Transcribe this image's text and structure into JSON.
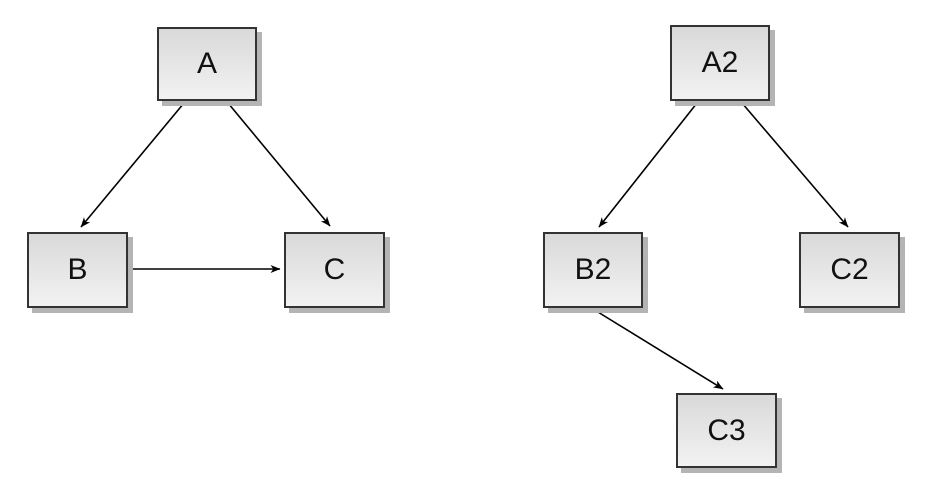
{
  "diagram": {
    "background_color": "#ffffff",
    "node_style": {
      "border_color": "#333333",
      "fill_gradient_top": "#d9d9d9",
      "fill_gradient_bottom": "#f2f2f2",
      "shadow_color": "#b4b4b4",
      "text_color": "#111111"
    },
    "edge_color": "#000000",
    "nodes": {
      "A": "A",
      "B": "B",
      "C": "C",
      "A2": "A2",
      "B2": "B2",
      "C2": "C2",
      "C3": "C3"
    },
    "left_graph": {
      "nodes": [
        "A",
        "B",
        "C"
      ],
      "edges": [
        {
          "from": "A",
          "to": "B"
        },
        {
          "from": "A",
          "to": "C"
        },
        {
          "from": "B",
          "to": "C"
        }
      ]
    },
    "right_graph": {
      "nodes": [
        "A2",
        "B2",
        "C2",
        "C3"
      ],
      "edges": [
        {
          "from": "A2",
          "to": "B2"
        },
        {
          "from": "A2",
          "to": "C2"
        },
        {
          "from": "B2",
          "to": "C3"
        }
      ]
    }
  }
}
